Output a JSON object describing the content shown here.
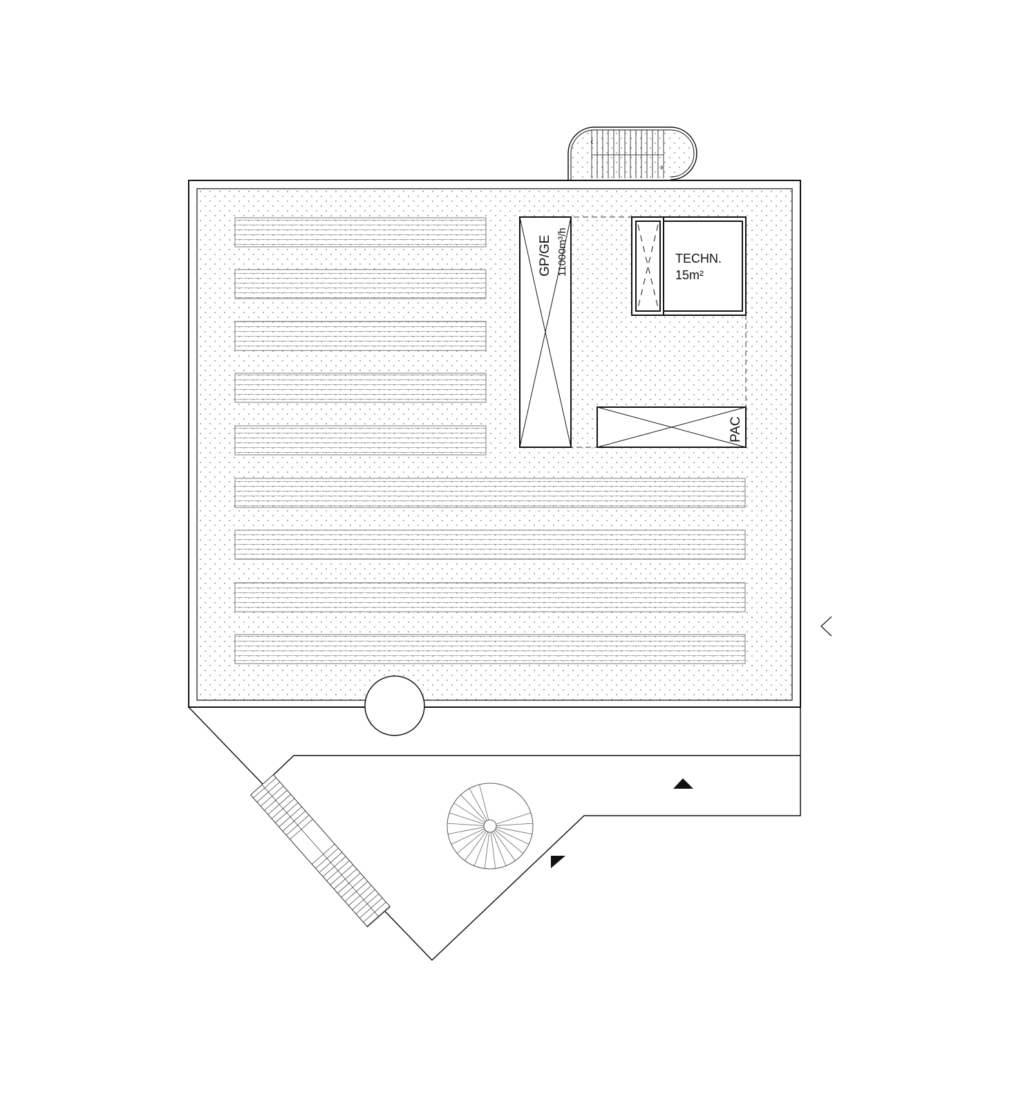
{
  "plan": {
    "equipment": {
      "gpge_label": "GP/GE",
      "gpge_flow": "11000m³/h",
      "techn_label": "TECHN.",
      "techn_area": "15m²",
      "pac_label": "PAC"
    },
    "colors": {
      "line": "#111111",
      "hatch": "#888888",
      "dot": "#777777"
    }
  }
}
